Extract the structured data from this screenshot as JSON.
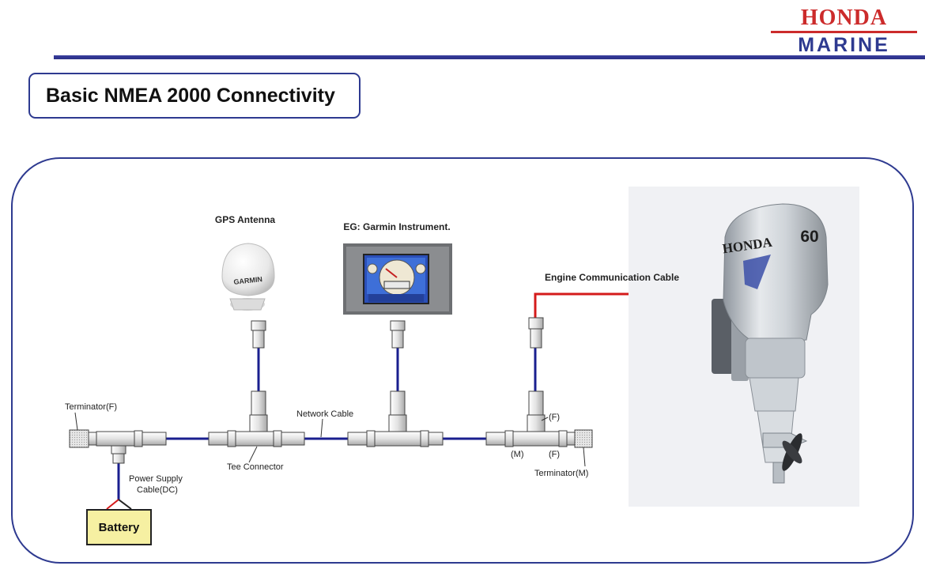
{
  "logo": {
    "line1": "HONDA",
    "line2": "MARINE"
  },
  "title": "Basic NMEA 2000 Connectivity",
  "labels": {
    "gps_antenna": "GPS Antenna",
    "garmin_instrument": "EG: Garmin Instrument.",
    "engine_cable": "Engine Communication Cable",
    "network_cable": "Network  Cable",
    "tee_connector": "Tee  Connector",
    "power_supply_1": "Power  Supply",
    "power_supply_2": "Cable(DC)",
    "terminator_f": "Terminator(F)",
    "terminator_m": "Terminator(M)",
    "gender_f_top": "(F)",
    "gender_m": "(M)",
    "gender_f_bottom": "(F)",
    "battery": "Battery"
  },
  "device_text": {
    "gps_brand": "GARMIN",
    "outboard_brand": "HONDA",
    "outboard_hp": "60"
  },
  "colors": {
    "brand_red": "#cc2b2b",
    "brand_blue": "#2e3a90",
    "network_cable": "#1a1f8f",
    "engine_cable": "#d41b1b",
    "battery_fill": "#f6f0a2"
  }
}
